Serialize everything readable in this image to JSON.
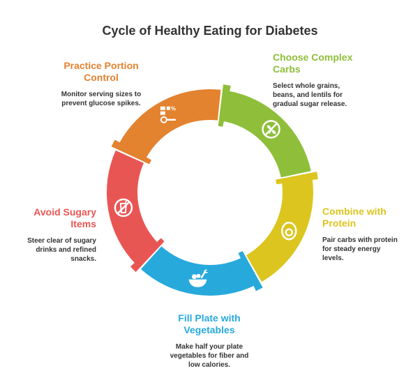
{
  "title": "Cycle of Healthy Eating for Diabetes",
  "steps": [
    {
      "id": "complex-carbs",
      "heading": "Choose Complex Carbs",
      "heading_line1": "Choose Complex",
      "heading_line2": "Carbs",
      "desc_line1": "Select whole grains,",
      "desc_line2": "beans, and lentils for",
      "desc_line3": "gradual sugar release.",
      "color": "#8fbf3a",
      "icon": "no-wheat-icon"
    },
    {
      "id": "protein",
      "heading_line1": "Combine with",
      "heading_line2": "Protein",
      "desc_line1": "Pair carbs with protein",
      "desc_line2": "for steady energy",
      "desc_line3": "levels.",
      "color": "#dcc51f",
      "icon": "egg-icon"
    },
    {
      "id": "vegetables",
      "heading_line1": "Fill Plate with",
      "heading_line2": "Vegetables",
      "desc_line1": "Make half your plate",
      "desc_line2": "vegetables for fiber and",
      "desc_line3": "low calories.",
      "color": "#27a9dc",
      "icon": "salad-bowl-icon"
    },
    {
      "id": "sugary",
      "heading_line1": "Avoid Sugary",
      "heading_line2": "Items",
      "desc_line1": "Steer clear of sugary",
      "desc_line2": "drinks and refined",
      "desc_line3": "snacks.",
      "color": "#e85654",
      "icon": "no-drink-icon"
    },
    {
      "id": "portion",
      "heading_line1": "Practice Portion",
      "heading_line2": "Control",
      "desc_line1": "Monitor serving sizes to",
      "desc_line2": "prevent glucose spikes.",
      "color": "#e3822f",
      "icon": "portion-scale-icon"
    }
  ]
}
